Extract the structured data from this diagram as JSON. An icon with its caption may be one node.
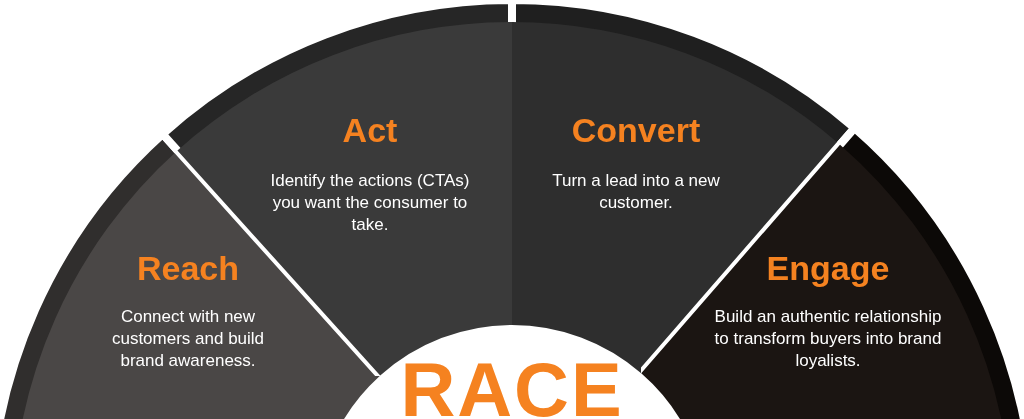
{
  "diagram": {
    "nodes": [
      {
        "text": [
          "Reach",
          "Connect with new customers and build brand awareness."
        ]
      },
      {
        "text": [
          "Act",
          "Identify the actions (CTAs) you want the consumer to take."
        ]
      },
      {
        "text": [
          "Convert",
          "Turn a lead into a new customer."
        ]
      },
      {
        "text": [
          "Engage",
          "Build an authentic relationship to transform buyers into brand loyalists."
        ]
      },
      {
        "text": [
          "RACE"
        ]
      }
    ]
  }
}
